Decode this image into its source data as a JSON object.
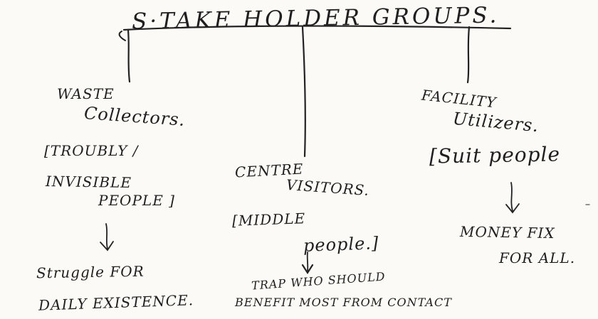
{
  "title": "S·TAKE HOLDER GROUPS.",
  "branches": [
    {
      "line1": "WASTE",
      "line2": "Collectors.",
      "line3": "[TROUBLY /",
      "line4": "INVISIBLE",
      "line5": "PEOPLE ]",
      "note1": "Struggle FOR",
      "note2": "DAILY EXISTENCE."
    },
    {
      "line1": "CENTRE",
      "line2": "VISITORS.",
      "line3": "[MIDDLE",
      "line4": "people.]",
      "note1": "TRAP WHO SHOULD",
      "note2": "BENEFIT MOST FROM CONTACT"
    },
    {
      "line1": "FACILITY",
      "line2": "Utilizers.",
      "line3": "[Suit people",
      "note1": "MONEY FIX",
      "note2": "FOR ALL."
    }
  ]
}
